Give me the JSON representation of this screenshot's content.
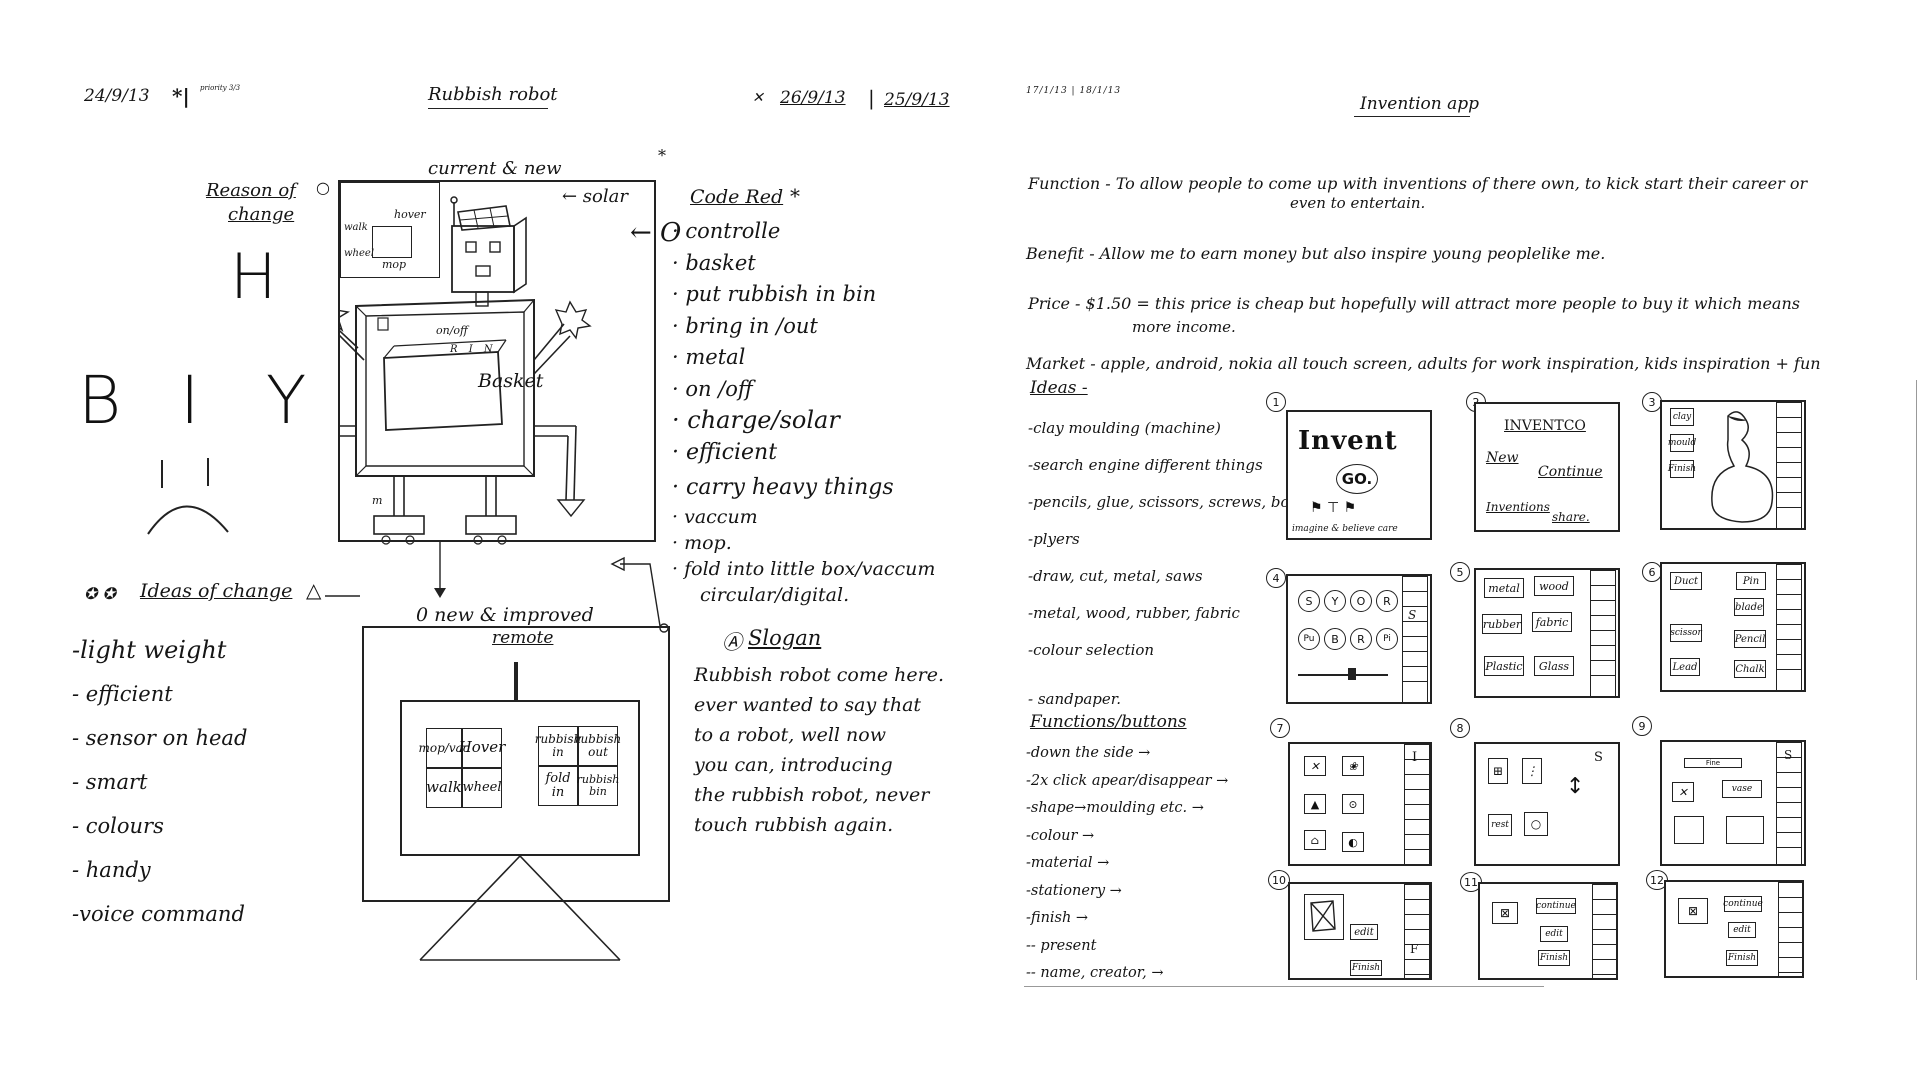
{
  "left_page": {
    "header": {
      "date_left": "24/9/13",
      "star": "*|",
      "tiny_note": "priority 3/3",
      "title": "Rubbish robot",
      "date_right_a": "26/9/13",
      "date_right_b": "25/9/13"
    },
    "current_new_label": "current & new",
    "solar_label": "← solar",
    "reason_of_change": {
      "line1": "Reason of",
      "line2": "change"
    },
    "big_letters": [
      "H",
      "B",
      "I",
      "Y"
    ],
    "drawing_labels": {
      "hover": "hover",
      "walk": "walk",
      "wheel": "wheel",
      "mop": "mop",
      "on_off": "on/off",
      "rin": "R I N",
      "basket": "Basket",
      "m": "m"
    },
    "code_red": {
      "title": "Code Red",
      "items": [
        "controlle",
        "basket",
        "put rubbish in bin",
        "bring in /out",
        "metal",
        "on /off",
        "charge/solar",
        "efficient",
        "carry heavy things",
        "vaccum",
        "mop.",
        "fold into little box/vaccum",
        "circular/digital."
      ]
    },
    "slogan": {
      "title": "Slogan",
      "lines": [
        "Rubbish robot come here.",
        "ever wanted to say that",
        "to a robot, well now",
        "you can, introducing",
        "the rubbish robot, never",
        "touch rubbish again."
      ]
    },
    "ideas_of_change": {
      "title": "Ideas of change",
      "items": [
        "-light weight",
        "- efficient",
        "- sensor on head",
        "- smart",
        "- colours",
        "- handy",
        "-voice command"
      ]
    },
    "new_improved": {
      "label": "0 new & improved",
      "remote": "remote"
    },
    "remote_buttons": {
      "left": [
        "mop/vac",
        "Hover",
        "walk",
        "wheel"
      ],
      "right": [
        "rubbish in",
        "rubbish out",
        "fold in",
        "rubbish bin"
      ]
    }
  },
  "right_page": {
    "header": {
      "tiny_note": "17/1/13 | 18/1/13",
      "title": "Invention app"
    },
    "function": {
      "line1": "Function - To allow people to come up with inventions of there own, to kick start their career or",
      "line2": "even to entertain."
    },
    "benefit": "Benefit - Allow me to earn money but also inspire young peoplelike me.",
    "price": {
      "line1": "Price - $1.50 = this price is cheap but hopefully will attract more people to buy it which means",
      "line2": "more income."
    },
    "market": "Market - apple, android, nokia all touch screen, adults for work inspiration, kids inspiration + fun",
    "ideas": {
      "title": "Ideas -",
      "items": [
        "-clay moulding (machine)",
        "-search engine different things",
        "-pencils, glue, scissors, screws, bolts",
        "-plyers",
        "-draw, cut, metal, saws",
        "-metal, wood, rubber, fabric",
        "-colour selection",
        "- sandpaper."
      ]
    },
    "functions_buttons": {
      "title": "Functions/buttons",
      "items": [
        "-down the side →",
        "-2x click apear/disappear →",
        "-shape→moulding etc. →",
        "-colour →",
        "-material →",
        "-stationery →",
        "-finish →",
        "-- present",
        "-- name, creator, →"
      ]
    },
    "screens": {
      "s1": {
        "num": "1",
        "title": "Invent",
        "go": "GO.",
        "tagline": "imagine & believe care"
      },
      "s2": {
        "num": "2",
        "brand": "INVENTCO",
        "new": "New",
        "continue": "Continue",
        "inventions": "Inventions",
        "share": "share."
      },
      "s3": {
        "num": "3",
        "buttons": [
          "clay",
          "mould",
          "Finish"
        ]
      },
      "s4": {
        "num": "4",
        "circles": [
          "S",
          "Y",
          "O",
          "R",
          "Pu",
          "B",
          "R",
          "Pi"
        ],
        "side": "S"
      },
      "s5": {
        "num": "5",
        "buttons": [
          "metal",
          "wood",
          "rubber",
          "fabric",
          "Plastic",
          "Glass"
        ]
      },
      "s6": {
        "num": "6",
        "buttons": [
          "Duct",
          "Pin",
          "blade",
          "scissor",
          "Pencil",
          "Lead",
          "Chalk"
        ]
      },
      "s7": {
        "num": "7",
        "side": "I"
      },
      "s8": {
        "num": "8",
        "side": "S",
        "label": "rest"
      },
      "s9": {
        "num": "9",
        "side": "S",
        "buttons": [
          "Fine",
          "vase"
        ]
      },
      "s10": {
        "num": "10",
        "side": "F",
        "buttons": [
          "edit",
          "Finish"
        ]
      },
      "s11": {
        "num": "11",
        "buttons": [
          "continue",
          "edit",
          "Finish"
        ]
      },
      "s12": {
        "num": "12",
        "buttons": [
          "continue",
          "edit",
          "Finish"
        ]
      }
    }
  }
}
